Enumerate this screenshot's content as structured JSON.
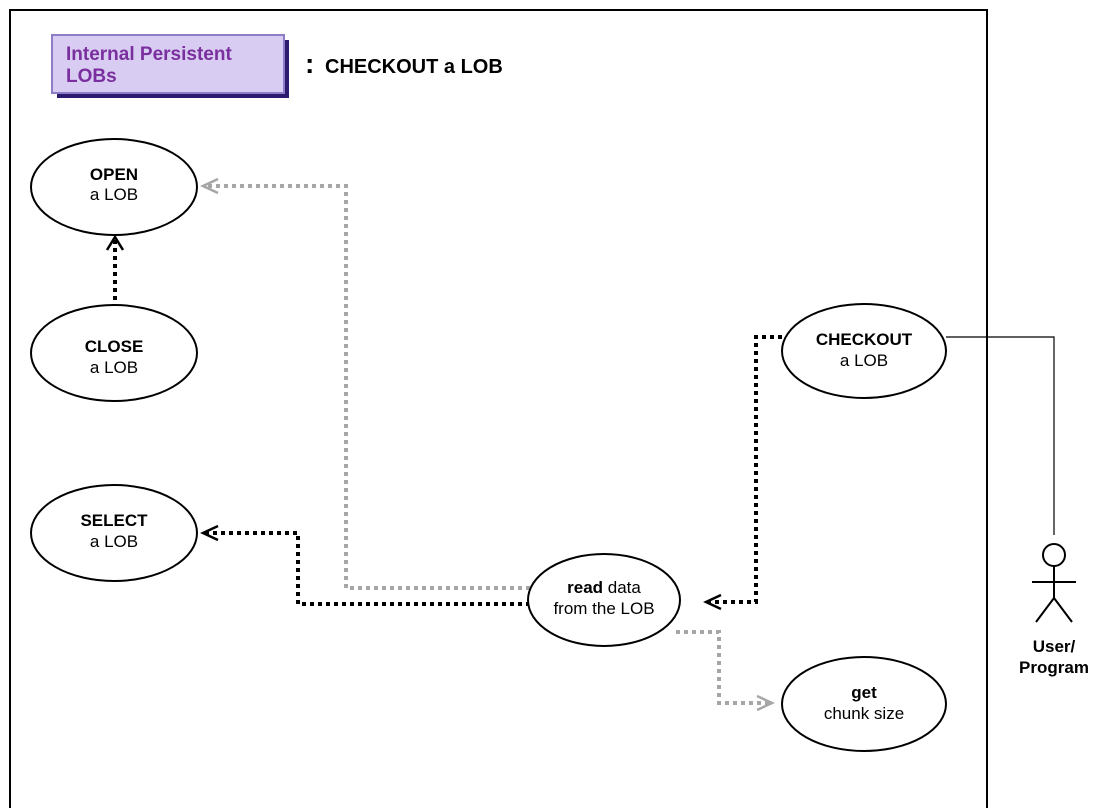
{
  "header": {
    "badge_line1": "Internal Persistent",
    "badge_line2": "LOBs",
    "separator": ":",
    "title": "CHECKOUT a LOB",
    "badge_fill": "#d9ccf2",
    "badge_text_color": "#7a2f9e"
  },
  "nodes": {
    "open": {
      "bold": "OPEN",
      "normal": "a LOB"
    },
    "close": {
      "bold": "CLOSE",
      "normal": "a LOB"
    },
    "select": {
      "bold": "SELECT",
      "normal": "a LOB"
    },
    "checkout": {
      "bold": "CHECKOUT",
      "normal": "a LOB"
    },
    "read": {
      "bold": "read",
      "line1_rest": " data",
      "line2": "from the LOB"
    },
    "get": {
      "bold": "get",
      "normal": "chunk size"
    }
  },
  "actor": {
    "line1": "User/",
    "line2": "Program"
  },
  "colors": {
    "required_edge": "#000000",
    "optional_edge": "#a6a6a6"
  }
}
